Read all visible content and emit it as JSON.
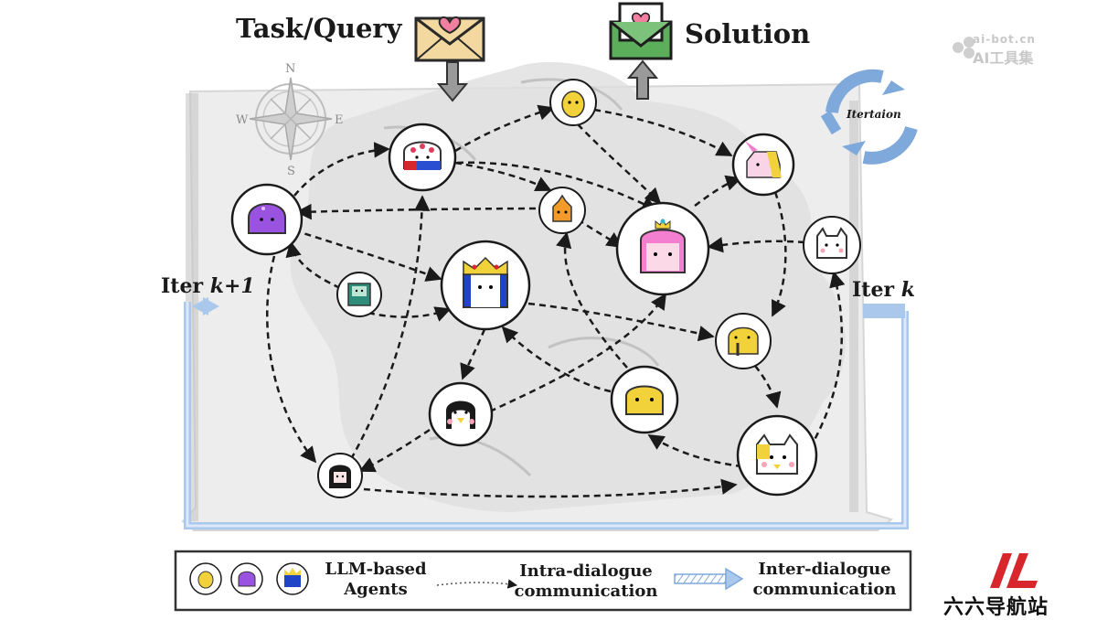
{
  "header": {
    "task_label": "Task/Query",
    "solution_label": "Solution"
  },
  "iteration": {
    "cycle_label": "Itertaion",
    "iter_next_prefix": "Iter ",
    "iter_next_var": "k+1",
    "iter_curr_prefix": "Iter ",
    "iter_curr_var": "k"
  },
  "compass": {
    "n": "N",
    "s": "S",
    "e": "E",
    "w": "W"
  },
  "legend": {
    "agents_line1": "LLM-based",
    "agents_line2": "Agents",
    "intra_line1": "Intra-dialogue",
    "intra_line2": "communication",
    "inter_line1": "Inter-dialogue",
    "inter_line2": "communication"
  },
  "watermarks": {
    "top_line1": "ai-bot.cn",
    "top_line2": "AI工具集",
    "bottom": "六六导航站"
  },
  "colors": {
    "arrow": "#1a1a1a",
    "inter_arrow": "#a9c8ec",
    "map": "#cfcfcf",
    "agent_yellow": "#f2d23a",
    "agent_purple": "#9a52e0",
    "agent_pink": "#f47fd0",
    "agent_blue": "#1f44c8",
    "envelope": "#f3d9a0",
    "solution_green": "#5cae5a",
    "brand_red": "#d8262d"
  },
  "agents": [
    {
      "name": "yellow-blob-agent"
    },
    {
      "name": "bunny-agent"
    },
    {
      "name": "purple-slime-agent"
    },
    {
      "name": "fire-agent"
    },
    {
      "name": "unicorn-agent"
    },
    {
      "name": "princess-agent"
    },
    {
      "name": "cat-agent"
    },
    {
      "name": "bmo-agent"
    },
    {
      "name": "ice-king-agent"
    },
    {
      "name": "elephant-agent"
    },
    {
      "name": "penguin-agent"
    },
    {
      "name": "yellow-square-agent"
    },
    {
      "name": "girl-agent"
    },
    {
      "name": "big-cat-agent"
    }
  ]
}
